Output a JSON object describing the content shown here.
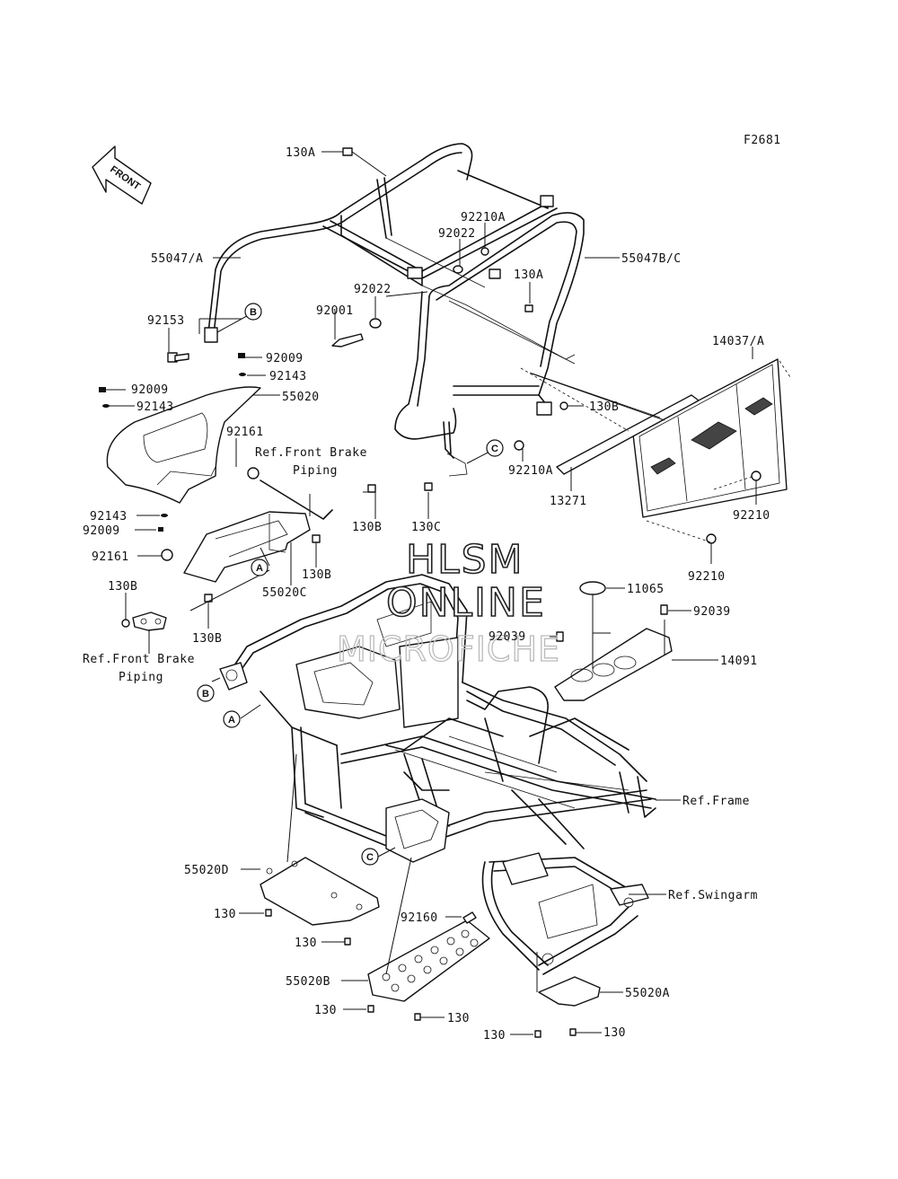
{
  "figure_code": "F2681",
  "front_label": "FRONT",
  "watermark": {
    "line1": "HLSM",
    "line2": "ONLINE",
    "line3": "MICROFICHE"
  },
  "ref_labels": {
    "front_brake_piping_1a": "Ref.Front Brake",
    "front_brake_piping_1b": "Piping",
    "front_brake_piping_2a": "Ref.Front Brake",
    "front_brake_piping_2b": "Piping",
    "frame": "Ref.Frame",
    "swingarm": "Ref.Swingarm"
  },
  "circle_markers": {
    "a": "A",
    "b": "B",
    "c": "C"
  },
  "part_labels": {
    "p130a_top": "130A",
    "p92210a_top": "92210A",
    "p92022_top": "92022",
    "p55047a": "55047/A",
    "p55047bc": "55047B/C",
    "p130a_mid": "130A",
    "p92022_mid": "92022",
    "p92001": "92001",
    "p92153": "92153",
    "p14037a": "14037/A",
    "p92009_a": "92009",
    "p92143_a": "92143",
    "p55020": "55020",
    "p92009_b": "92009",
    "p92143_b": "92143",
    "p130b_right": "130B",
    "p92161_a": "92161",
    "p92210a_mid": "92210A",
    "p130c": "130C",
    "p13271": "13271",
    "p92210_a": "92210",
    "p92210_b": "92210",
    "p92143_c": "92143",
    "p92009_c": "92009",
    "p130b_a": "130B",
    "p92161_b": "92161",
    "p130b_b": "130B",
    "p55020c": "55020C",
    "p130b_c": "130B",
    "p130b_d": "130B",
    "p11065": "11065",
    "p92039_a": "92039",
    "p92039_b": "92039",
    "p14091": "14091",
    "p55020d": "55020D",
    "p130_a": "130",
    "p130_b": "130",
    "p92160": "92160",
    "p55020b": "55020B",
    "p130_c": "130",
    "p130_d": "130",
    "p55020a": "55020A",
    "p130_e": "130",
    "p130_f": "130"
  }
}
